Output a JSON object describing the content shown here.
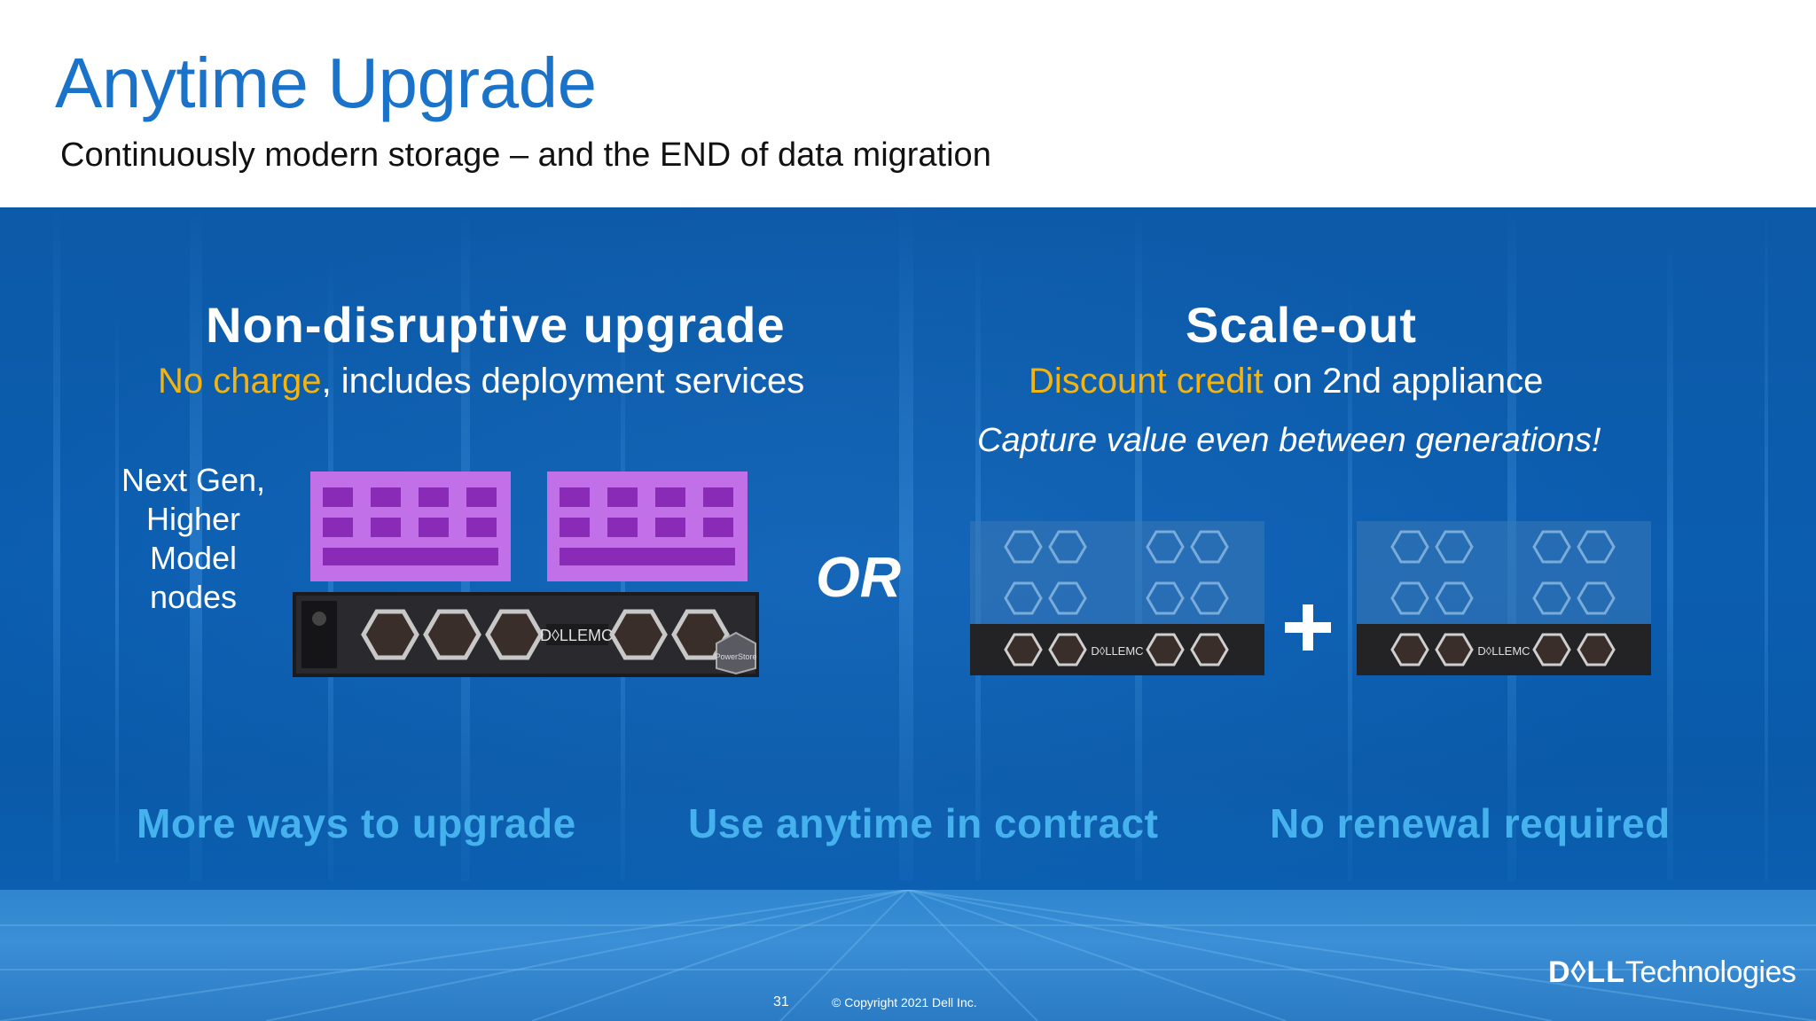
{
  "header": {
    "title": "Anytime Upgrade",
    "subtitle": "Continuously modern storage – and the END of data migration"
  },
  "left": {
    "heading": "Non-disruptive upgrade",
    "sub_highlight": "No charge",
    "sub_rest": ", includes deployment services",
    "node_label": "Next Gen, Higher Model nodes",
    "server_brand": "D◊LLEMC",
    "server_model": "PowerStore"
  },
  "center": {
    "or_label": "OR"
  },
  "right": {
    "heading": "Scale-out",
    "sub_highlight": "Discount credit",
    "sub_rest": " on 2nd appliance",
    "italic_line": "Capture value even between generations!",
    "server_brand": "D◊LLEMC"
  },
  "benefits": [
    "More ways to upgrade",
    "Use anytime in contract",
    "No renewal required"
  ],
  "footer": {
    "page_number": "31",
    "copyright": "© Copyright 2021 Dell Inc.",
    "logo_bold": "D◊LL",
    "logo_text": "Technologies"
  },
  "colors": {
    "title_blue": "#1a73c9",
    "highlight_gold": "#f4b410",
    "benefit_blue": "#45b2ee",
    "panel_blue": "#0b5db0",
    "node_purple": "#c170e8"
  },
  "icons": [
    "plus-icon"
  ]
}
